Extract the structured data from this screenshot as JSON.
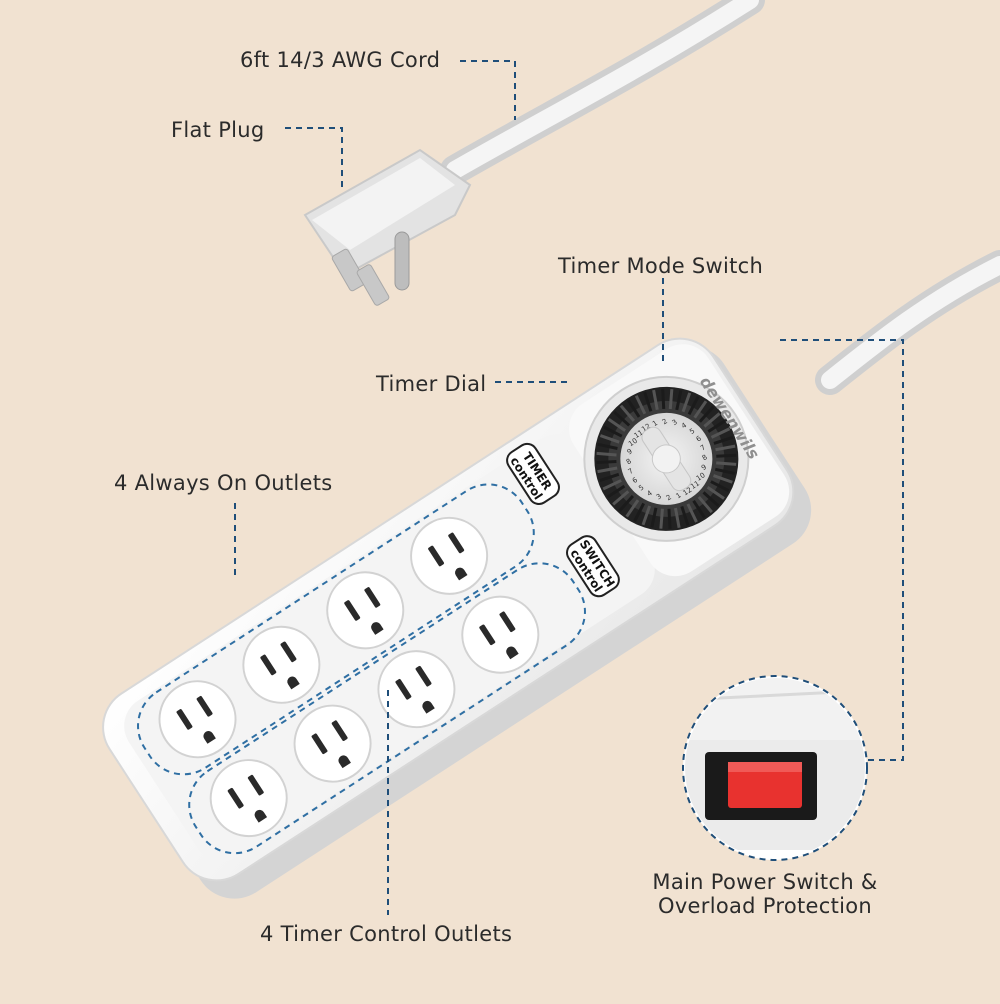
{
  "callouts": {
    "cord": "6ft 14/3 AWG Cord",
    "plug": "Flat Plug",
    "timer_mode_switch": "Timer Mode Switch",
    "timer_dial": "Timer Dial",
    "always_on": "4 Always On Outlets",
    "timer_outlets": "4 Timer Control Outlets",
    "power_switch_line1": "Main Power Switch &",
    "power_switch_line2": "Overload Protection"
  },
  "product": {
    "brand": "dewenwils",
    "timer_label_1": "TIMER",
    "timer_label_2": "control",
    "switch_label_1": "SWITCH",
    "switch_label_2": "control"
  },
  "colors": {
    "background": "#f1e2d1",
    "leader_line": "#1f4e79",
    "switch_red": "#e8322f"
  }
}
